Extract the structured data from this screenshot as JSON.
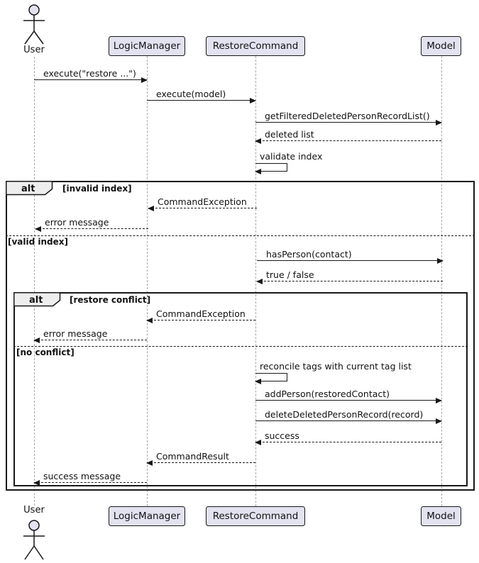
{
  "diagram_type": "uml-sequence",
  "participants": [
    {
      "label": "User",
      "type": "actor"
    },
    {
      "label": "LogicManager",
      "type": "participant"
    },
    {
      "label": "RestoreCommand",
      "type": "participant"
    },
    {
      "label": "Model",
      "type": "participant"
    }
  ],
  "fragments": {
    "outer": {
      "operator": "alt",
      "guard_top": "[invalid index]",
      "guard_bottom": "[valid index]"
    },
    "inner": {
      "operator": "alt",
      "guard_top": "[restore conflict]",
      "guard_bottom": "[no conflict]"
    }
  },
  "messages": [
    {
      "label": "execute(\"restore ...\")",
      "from": "User",
      "to": "LogicManager",
      "line": "solid"
    },
    {
      "label": "execute(model)",
      "from": "LogicManager",
      "to": "RestoreCommand",
      "line": "solid"
    },
    {
      "label": "getFilteredDeletedPersonRecordList()",
      "from": "RestoreCommand",
      "to": "Model",
      "line": "solid"
    },
    {
      "label": "deleted list",
      "from": "Model",
      "to": "RestoreCommand",
      "line": "dashed"
    },
    {
      "label": "validate index",
      "from": "RestoreCommand",
      "to": "RestoreCommand",
      "line": "self"
    },
    {
      "label": "CommandException",
      "from": "RestoreCommand",
      "to": "LogicManager",
      "line": "dashed"
    },
    {
      "label": "error message",
      "from": "LogicManager",
      "to": "User",
      "line": "dashed"
    },
    {
      "label": "hasPerson(contact)",
      "from": "RestoreCommand",
      "to": "Model",
      "line": "solid"
    },
    {
      "label": "true / false",
      "from": "Model",
      "to": "RestoreCommand",
      "line": "dashed"
    },
    {
      "label": "CommandException",
      "from": "RestoreCommand",
      "to": "LogicManager",
      "line": "dashed"
    },
    {
      "label": "error message",
      "from": "LogicManager",
      "to": "User",
      "line": "dashed"
    },
    {
      "label": "reconcile tags with current tag list",
      "from": "RestoreCommand",
      "to": "RestoreCommand",
      "line": "self"
    },
    {
      "label": "addPerson(restoredContact)",
      "from": "RestoreCommand",
      "to": "Model",
      "line": "solid"
    },
    {
      "label": "deleteDeletedPersonRecord(record)",
      "from": "RestoreCommand",
      "to": "Model",
      "line": "solid"
    },
    {
      "label": "success",
      "from": "Model",
      "to": "RestoreCommand",
      "line": "dashed"
    },
    {
      "label": "CommandResult",
      "from": "RestoreCommand",
      "to": "LogicManager",
      "line": "dashed"
    },
    {
      "label": "success message",
      "from": "LogicManager",
      "to": "User",
      "line": "dashed"
    }
  ],
  "colors": {
    "border": "#181818",
    "participant_fill": "#E2E2F0",
    "fragment_header_fill": "#EEEEEE",
    "lifeline": "#A8A8A8",
    "bg": "#FFFFFF"
  }
}
